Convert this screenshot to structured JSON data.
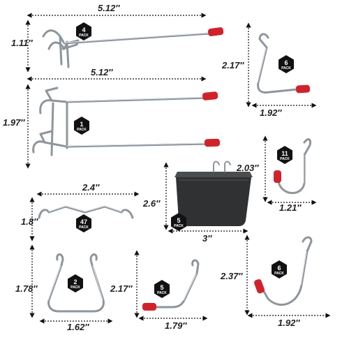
{
  "products": [
    {
      "id": "long-double-hook",
      "width": "5.12″",
      "height": "1.11″",
      "pack_qty": "4",
      "pack_label": "PACK"
    },
    {
      "id": "double-hook",
      "width": "5.12″",
      "height": "1.97″",
      "pack_qty": "1",
      "pack_label": "PACK"
    },
    {
      "id": "l-hook",
      "width": "1.92″",
      "height": "2.17″",
      "pack_qty": "6",
      "pack_label": "PACK"
    },
    {
      "id": "j-hook",
      "width": "1.21″",
      "height": "2.03″",
      "pack_qty": "11",
      "pack_label": "PACK"
    },
    {
      "id": "wire-clip",
      "width": "2.4″",
      "height": "1.8″",
      "pack_qty": "47",
      "pack_label": "PACK"
    },
    {
      "id": "bin",
      "width": "3″",
      "height": "2.6″",
      "pack_qty": "5",
      "pack_label": "PACK"
    },
    {
      "id": "bench-hook",
      "width": "1.62″",
      "height": "1.78″",
      "pack_qty": "2",
      "pack_label": "PACK"
    },
    {
      "id": "z-hook",
      "width": "1.79″",
      "height": "2.17″",
      "pack_qty": "5",
      "pack_label": "PACK"
    },
    {
      "id": "curved-hook",
      "width": "1.92″",
      "height": "2.37″",
      "pack_qty": "6",
      "pack_label": "PACK"
    }
  ],
  "colors": {
    "wire": "#8e959c",
    "cap": "#d1222c",
    "badge": "#111111",
    "bin": "#2f3133"
  }
}
